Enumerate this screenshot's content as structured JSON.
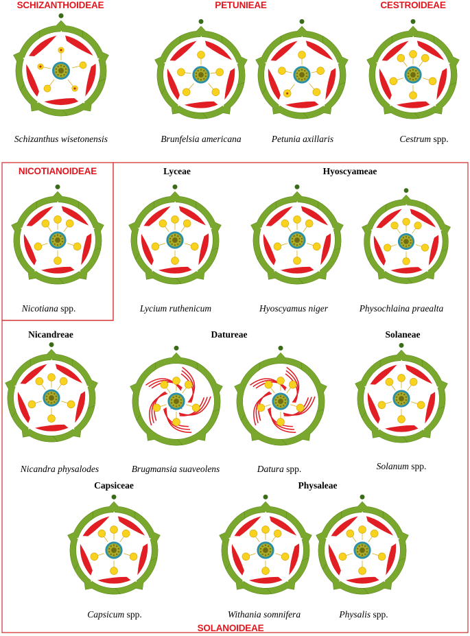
{
  "colors": {
    "subfamily_label": "#e1161d",
    "box_border": "#d42a2a",
    "sepal": "#7aa82e",
    "sepal_tip": "#5d8a1c",
    "petal": "#e01e24",
    "stamen": "#f7d21e",
    "stamen_ring": "#d9a90d",
    "ovary_ring": "#2b8fa6",
    "ovary_fill": "#a9a92a",
    "ovary_core": "#6f6c12",
    "bract_dot": "#3a6b18"
  },
  "subfamilies": {
    "schizanthoideae": "SCHIZANTHOIDEAE",
    "petunieae": "PETUNIEAE",
    "cestroideae": "CESTROIDEAE",
    "nicotianoideae": "NICOTIANOIDEAE",
    "solanoideae": "SOLANOIDEAE"
  },
  "tribes": {
    "lyceae": "Lyceae",
    "hyoscyameae": "Hyoscyameae",
    "nicandreae": "Nicandreae",
    "datureae": "Datureae",
    "solaneae": "Solaneae",
    "capsiceae": "Capsiceae",
    "physaleae": "Physaleae"
  },
  "species": [
    {
      "id": "schizanthus",
      "genus": "Schizanthus",
      "rest": " wisetonensis",
      "rest_italic": true,
      "petals": "schiz",
      "stamens": "schiz"
    },
    {
      "id": "brunfelsia",
      "genus": "Brunfelsia",
      "rest": " americana",
      "rest_italic": true,
      "petals": "normal",
      "stamens": "brunf"
    },
    {
      "id": "petunia",
      "genus": "Petunia",
      "rest": " axillaris",
      "rest_italic": true,
      "petals": "normal",
      "stamens": "petunia"
    },
    {
      "id": "cestrum",
      "genus": "Cestrum",
      "rest": " spp.",
      "rest_italic": false,
      "petals": "normal",
      "stamens": "five"
    },
    {
      "id": "nicotiana",
      "genus": "Nicotiana",
      "rest": " spp.",
      "rest_italic": false,
      "petals": "normal",
      "stamens": "five"
    },
    {
      "id": "lycium",
      "genus": "Lycium",
      "rest": " ruthenicum",
      "rest_italic": true,
      "petals": "normal",
      "stamens": "five"
    },
    {
      "id": "hyoscyamus",
      "genus": "Hyoscyamus",
      "rest": " niger",
      "rest_italic": true,
      "petals": "normal",
      "stamens": "five"
    },
    {
      "id": "physochlaina",
      "genus": "Physochlaina",
      "rest": " praealta",
      "rest_italic": true,
      "petals": "normal",
      "stamens": "five"
    },
    {
      "id": "nicandra",
      "genus": "Nicandra",
      "rest": " physalodes",
      "rest_italic": true,
      "petals": "normal",
      "stamens": "five"
    },
    {
      "id": "brugmansia",
      "genus": "Brugmansia",
      "rest": " suaveolens",
      "rest_italic": true,
      "petals": "spiral",
      "stamens": "five"
    },
    {
      "id": "datura",
      "genus": "Datura",
      "rest": " spp.",
      "rest_italic": false,
      "petals": "spiral",
      "stamens": "five"
    },
    {
      "id": "solanum",
      "genus": "Solanum",
      "rest": " spp.",
      "rest_italic": false,
      "petals": "normal",
      "stamens": "five"
    },
    {
      "id": "capsicum",
      "genus": "Capsicum",
      "rest": " spp.",
      "rest_italic": false,
      "petals": "normal",
      "stamens": "five"
    },
    {
      "id": "withania",
      "genus": "Withania",
      "rest": " somnifera",
      "rest_italic": true,
      "petals": "normal",
      "stamens": "five"
    },
    {
      "id": "physalis",
      "genus": "Physalis",
      "rest": " spp.",
      "rest_italic": false,
      "petals": "normal",
      "stamens": "five"
    }
  ]
}
